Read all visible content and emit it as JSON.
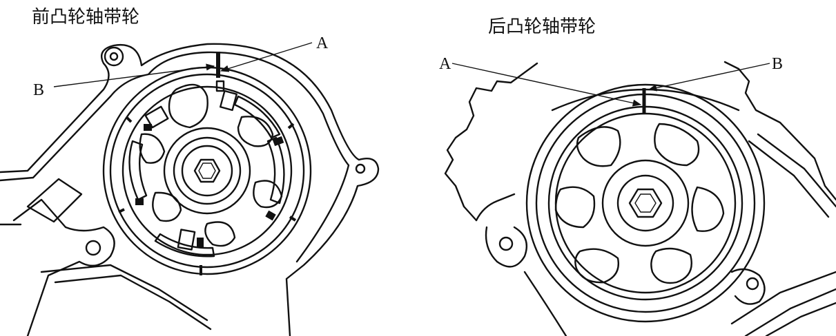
{
  "titles": {
    "front": "前凸轮轴带轮",
    "rear": "后凸轮轴带轮"
  },
  "labels": {
    "front_a": "A",
    "front_b": "B",
    "rear_a": "A",
    "rear_b": "B"
  }
}
